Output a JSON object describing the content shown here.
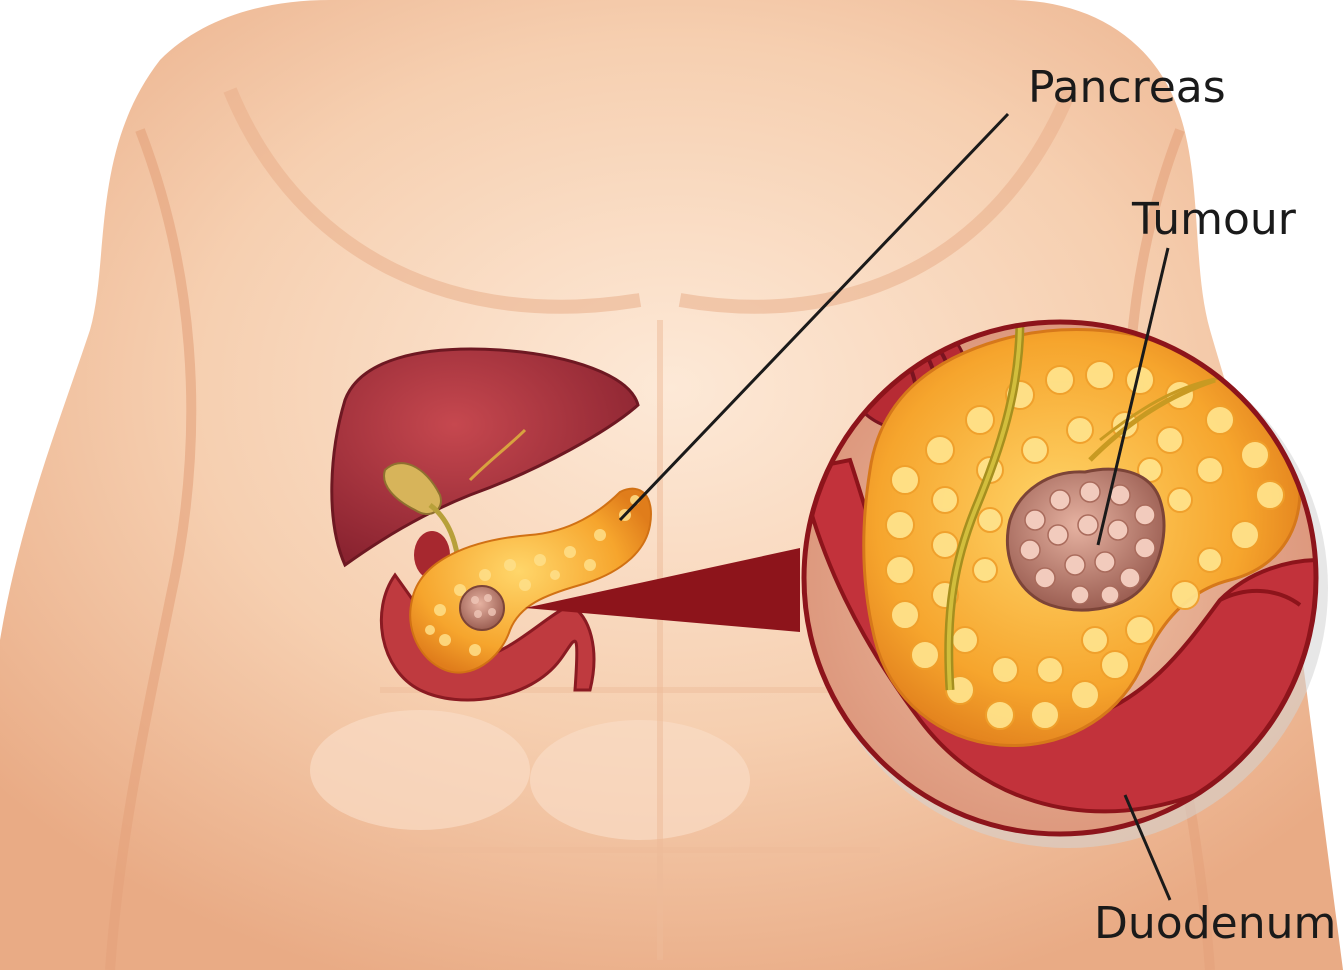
{
  "labels": {
    "pancreas": "Pancreas",
    "tumour": "Tumour",
    "duodenum": "Duodenum"
  },
  "colors": {
    "background": "#ffffff",
    "skin_light": "#fbe3cf",
    "skin_mid": "#f3c6a4",
    "skin_shadow": "#e8ad86",
    "liver": "#a8323a",
    "liver_dark": "#7e1f27",
    "pancreas": "#f7b63a",
    "pancreas_lobule": "#ffe28a",
    "tumour": "#c98e7c",
    "tumour_lobule": "#f2cbbd",
    "duodenum": "#b8262e",
    "duodenum_dark": "#8d141b",
    "zoom_border": "#8d141b",
    "leader_line": "#1a1a1a"
  }
}
